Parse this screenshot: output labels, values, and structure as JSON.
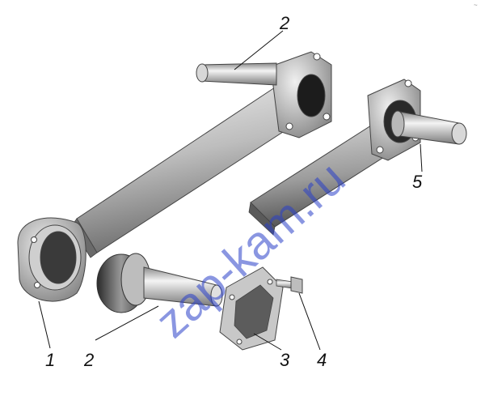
{
  "callouts": {
    "c1": "1",
    "c2a": "2",
    "c2b": "2",
    "c3": "3",
    "c4": "4",
    "c5": "5"
  },
  "corner_mark": "~",
  "watermark": "zap-kam.ru",
  "colors": {
    "metal_dark": "#4a4a4a",
    "metal_mid": "#9a9a9a",
    "metal_light": "#e6e6e6",
    "bore_dark": "#1a1a1a",
    "bushing": "#b0b0b0",
    "watermark": "#2a40c8",
    "label": "#111111"
  }
}
